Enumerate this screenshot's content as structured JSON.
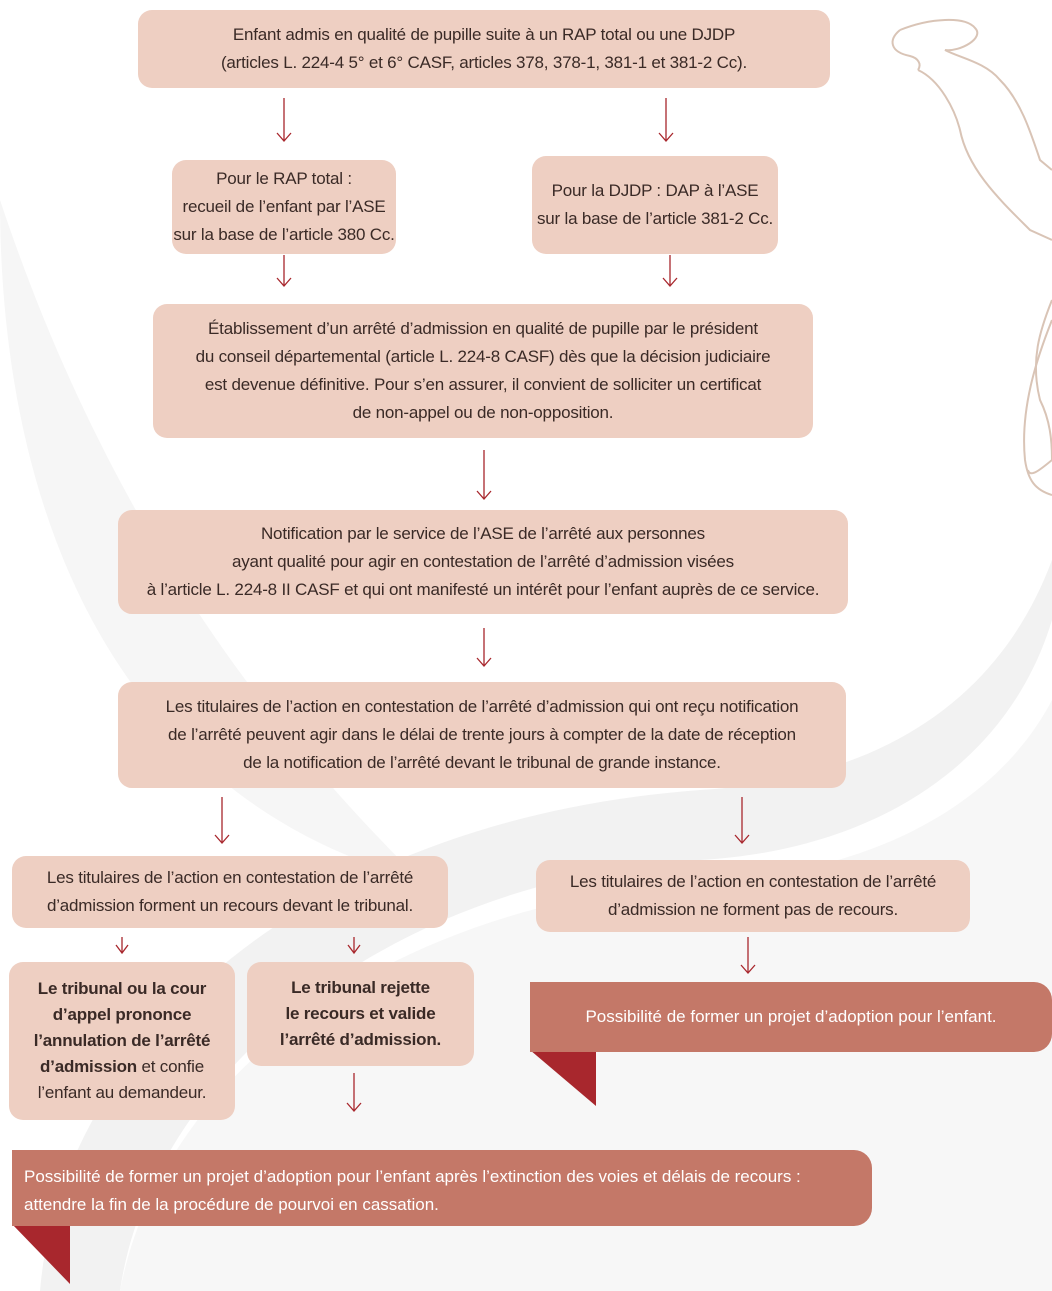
{
  "colors": {
    "box_fill": "#eecfc2",
    "banner_fill": "#c47868",
    "banner_fold": "#a8272d",
    "arrow": "#a8272d",
    "background_swoosh": "#f2f2f2"
  },
  "boxes": {
    "start": [
      "Enfant admis en qualité de pupille suite à un RAP total ou une DJDP",
      "(articles L. 224-4 5° et 6° CASF,  articles 378, 378-1, 381-1 et 381-2 Cc)."
    ],
    "rap_total": [
      "Pour le RAP total :",
      "recueil de l’enfant par l’ASE",
      "sur la base de l’article 380 Cc."
    ],
    "djdp": [
      "Pour la DJDP : DAP à l’ASE",
      "sur la base de l’article 381-2 Cc."
    ],
    "arrete": [
      "Établissement d’un arrêté d’admission en qualité de pupille par le président",
      "du conseil départemental (article L. 224-8 CASF) dès que la décision judiciaire",
      "est devenue définitive. Pour s’en assurer, il convient de solliciter un certificat",
      "de non-appel ou de non-opposition."
    ],
    "notification": [
      "Notification par le service de l’ASE de l’arrêté aux personnes",
      "ayant qualité pour agir en contestation de l’arrêté d’admission visées",
      "à l’article L. 224-8 II CASF et qui ont manifesté un intérêt pour l’enfant auprès de ce service."
    ],
    "titulaires": [
      "Les titulaires de l’action en contestation de l’arrêté d’admission qui ont reçu notification",
      "de l’arrêté peuvent agir dans le délai de trente jours à compter de la date de réception",
      "de la notification de l’arrêté devant le tribunal de grande instance."
    ],
    "recours": [
      "Les titulaires de l’action en contestation de l’arrêté",
      "d’admission forment un recours devant le tribunal."
    ],
    "pas_recours": [
      "Les titulaires de l’action en contestation de l’arrêté",
      "d’admission ne forment pas de recours."
    ],
    "annulation": {
      "bold_lines": [
        "Le tribunal ou la cour",
        "d’appel prononce",
        "l’annulation de l’arrêté"
      ],
      "bold_part": "d’admission",
      "normal_part": " et confie",
      "last_line": "l’enfant au demandeur."
    },
    "rejette": [
      "Le tribunal rejette",
      "le recours et valide",
      "l’arrêté d’admission."
    ]
  },
  "banners": {
    "adoption_right": "Possibilité de former un projet d’adoption pour l’enfant.",
    "adoption_bottom": [
      "Possibilité de former un projet d’adoption pour l’enfant après l’extinction des voies et délais de recours :",
      "attendre la fin de la procédure de pourvoi en cassation."
    ]
  }
}
